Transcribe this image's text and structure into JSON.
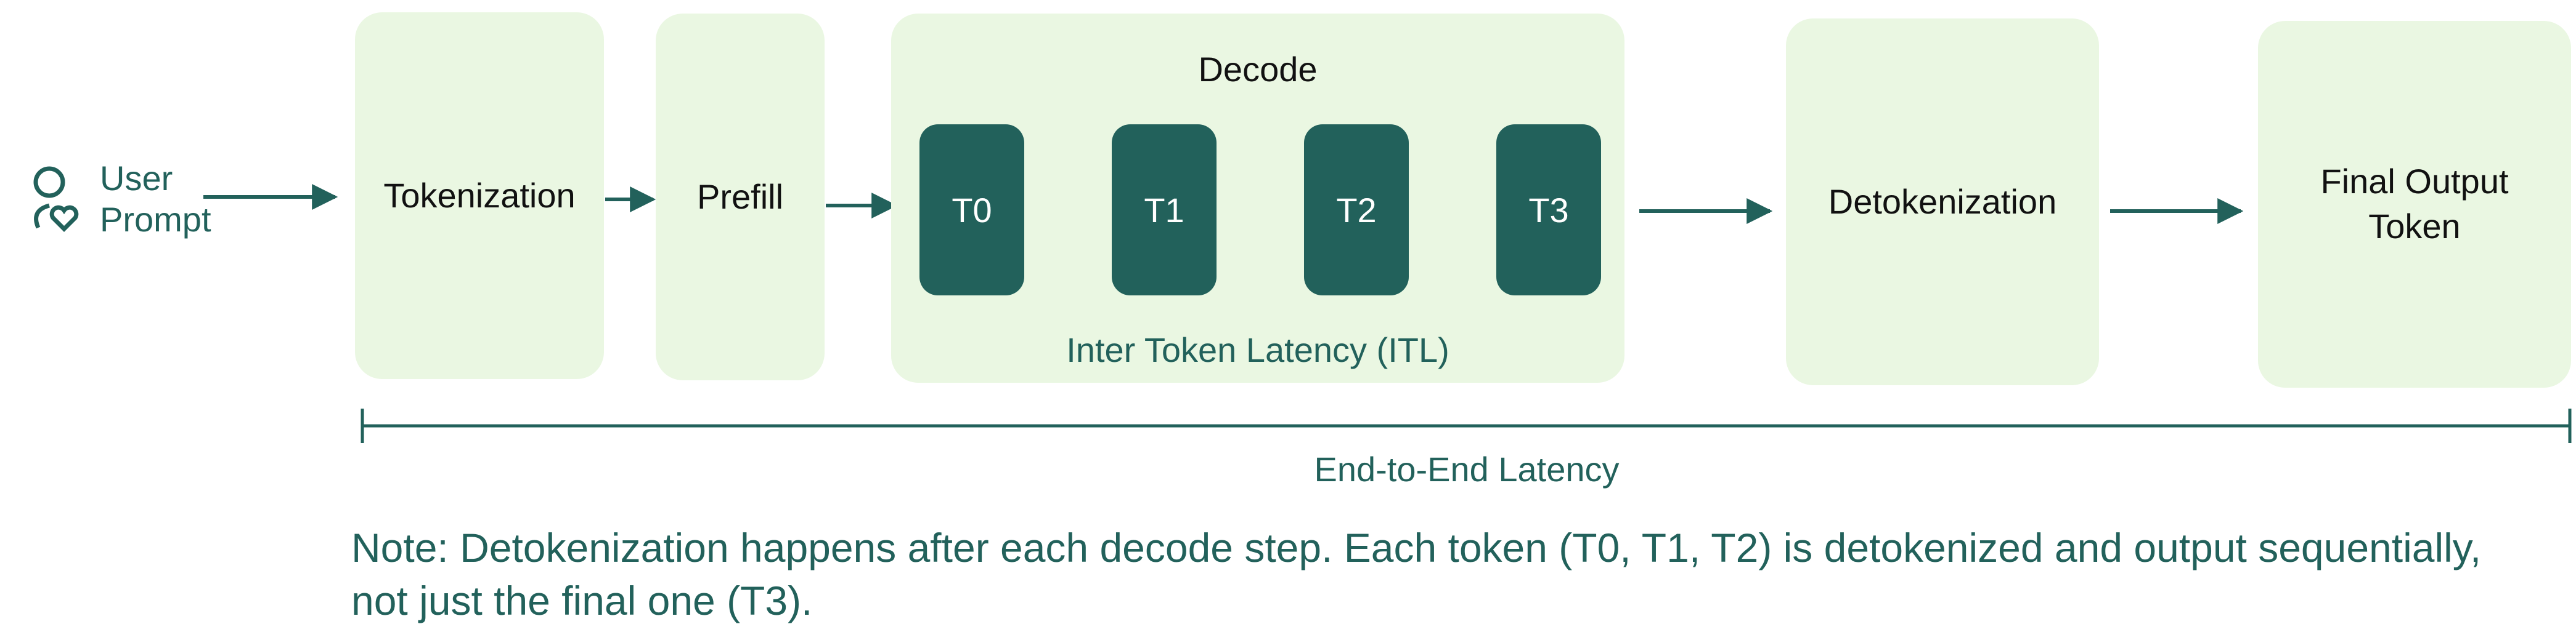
{
  "user": {
    "line1": "User",
    "line2": "Prompt"
  },
  "stages": {
    "tokenization": "Tokenization",
    "prefill": "Prefill",
    "decode": "Decode",
    "detokenization": "Detokenization",
    "final_output": "Final Output\nToken"
  },
  "tokens": [
    "T0",
    "T1",
    "T2",
    "T3"
  ],
  "itl_label": "Inter Token Latency (ITL)",
  "e2e_label": "End-to-End Latency",
  "note": "Note: Detokenization happens after each decode step. Each token (T0, T1, T2) is detokenized and output sequentially, not just the final one (T3).",
  "colors": {
    "stage_fill": "#eaf7e2",
    "token_fill": "#22615b",
    "accent": "#22615b"
  }
}
